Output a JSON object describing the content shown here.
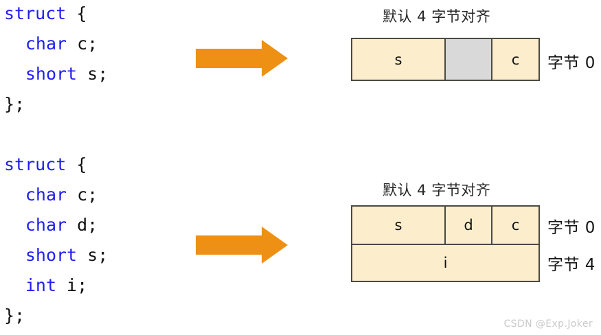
{
  "examples": [
    {
      "code": {
        "lines": [
          {
            "keyword": "struct",
            "rest": " {",
            "indent": false
          },
          {
            "keyword": "char",
            "rest": " c;",
            "indent": true
          },
          {
            "keyword": "short",
            "rest": " s;",
            "indent": true
          },
          {
            "keyword": "",
            "rest": "};",
            "indent": false
          }
        ]
      },
      "arrow": {
        "name": "right-arrow-icon",
        "color": "#ed9013"
      },
      "diagram": {
        "title": "默认 4 字节对齐",
        "rows": [
          {
            "label": "字节 0",
            "cells": [
              {
                "text": "s",
                "bytes": 2,
                "padding": false
              },
              {
                "text": "",
                "bytes": 1,
                "padding": true
              },
              {
                "text": "c",
                "bytes": 1,
                "padding": false
              }
            ]
          }
        ]
      }
    },
    {
      "code": {
        "lines": [
          {
            "keyword": "struct",
            "rest": " {",
            "indent": false
          },
          {
            "keyword": "char",
            "rest": " c;",
            "indent": true
          },
          {
            "keyword": "char",
            "rest": " d;",
            "indent": true
          },
          {
            "keyword": "short",
            "rest": " s;",
            "indent": true
          },
          {
            "keyword": "int",
            "rest": " i;",
            "indent": true
          },
          {
            "keyword": "",
            "rest": "};",
            "indent": false
          }
        ]
      },
      "arrow": {
        "name": "right-arrow-icon",
        "color": "#ed9013"
      },
      "diagram": {
        "title": "默认 4 字节对齐",
        "rows": [
          {
            "label": "字节 0",
            "cells": [
              {
                "text": "s",
                "bytes": 2,
                "padding": false
              },
              {
                "text": "d",
                "bytes": 1,
                "padding": false
              },
              {
                "text": "c",
                "bytes": 1,
                "padding": false
              }
            ]
          },
          {
            "label": "字节 4",
            "cells": [
              {
                "text": "i",
                "bytes": 4,
                "padding": false
              }
            ]
          }
        ]
      }
    }
  ],
  "watermark": "CSDN @Exp.Joker",
  "colors": {
    "keyword": "#2020ee",
    "plain": "#111111",
    "arrow": "#ed9013",
    "cell_fill": "#fceecd",
    "cell_padding_fill": "#d9d9d9",
    "cell_border": "#4a4a42"
  }
}
